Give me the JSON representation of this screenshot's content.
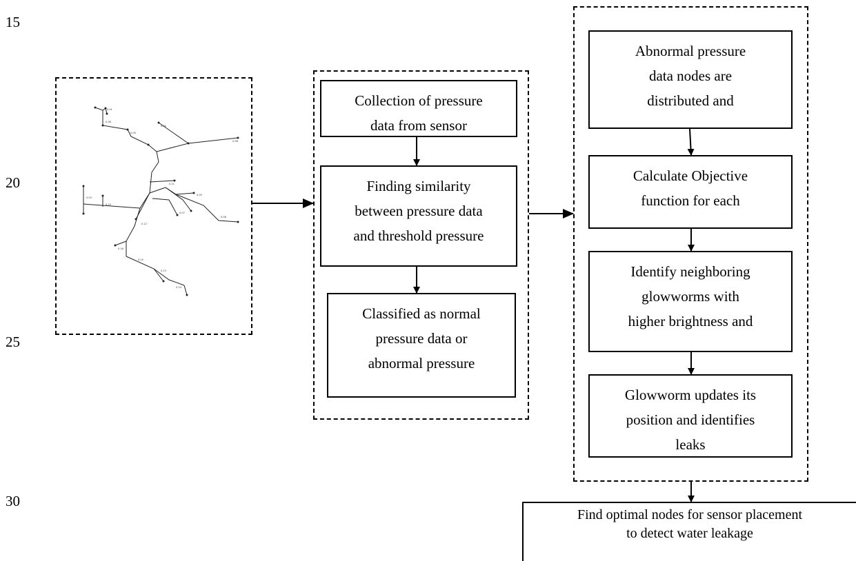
{
  "line_numbers": [
    "15",
    "20",
    "25",
    "30"
  ],
  "network": {
    "node_labels": [
      "0.91",
      "0.06",
      "0.09",
      "0.96",
      "0.00",
      "0.03",
      "0.10",
      "0.08",
      "0.05",
      "0.12",
      "0.16",
      "0.10",
      "0.13",
      "0.24",
      "0.21",
      "0.07"
    ]
  },
  "middle": {
    "box1": [
      "Collection of pressure",
      "data from sensor"
    ],
    "box2": [
      "Finding similarity",
      "between pressure data",
      "and threshold pressure"
    ],
    "box3": [
      "Classified as normal",
      "pressure data or",
      "abnormal pressure"
    ]
  },
  "right": {
    "box1": [
      "Abnormal pressure",
      "data nodes are",
      "distributed and"
    ],
    "box2": [
      "Calculate Objective",
      "function for each"
    ],
    "box3": [
      "Identify neighboring",
      "glowworms with",
      "higher brightness and"
    ],
    "box4": [
      "Glowworm updates its",
      "position and identifies",
      "leaks"
    ]
  },
  "final": [
    "Find optimal nodes for sensor placement",
    "to detect water leakage"
  ]
}
